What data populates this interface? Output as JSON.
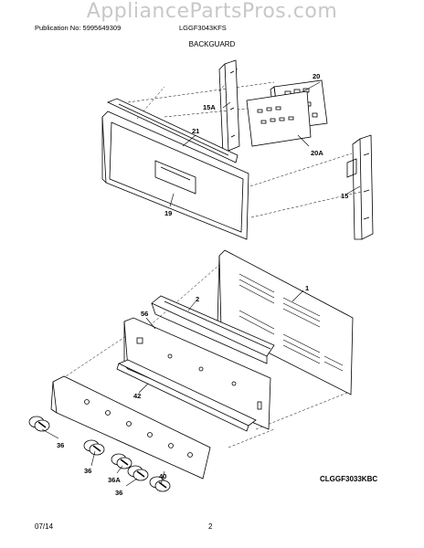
{
  "watermark": "AppliancePartsPros.com",
  "header": {
    "publication": "Publication No: 5995649309",
    "model": "LGGF3043KFS"
  },
  "section_title": "BACKGUARD",
  "diagram_code": "CLGGF3033KBC",
  "footer": {
    "date": "07/14",
    "page": "2"
  },
  "callouts": {
    "c20": "20",
    "c15a": "15A",
    "c21": "21",
    "c20a": "20A",
    "c15": "15",
    "c19": "19",
    "c1": "1",
    "c2": "2",
    "c56": "56",
    "c42": "42",
    "c36a_left": "36",
    "c36b": "36",
    "c36a": "36A",
    "c36c": "36",
    "c40": "40"
  }
}
